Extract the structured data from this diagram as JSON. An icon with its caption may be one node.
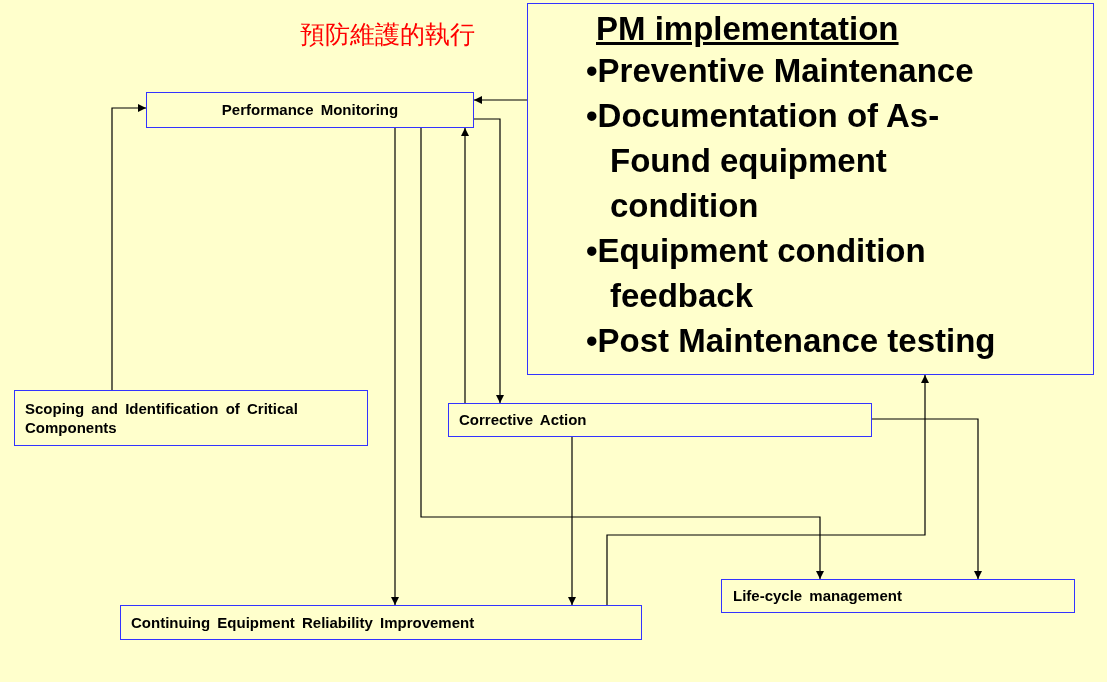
{
  "diagram": {
    "title": "預防維護的執行",
    "nodes": [
      {
        "text": [
          "Performance Monitoring"
        ]
      },
      {
        "text": [
          "PM implementation",
          "•Preventive Maintenance",
          "•Documentation of As-Found equipment condition",
          "•Equipment condition feedback",
          "•Post Maintenance testing"
        ]
      },
      {
        "text": [
          "Scoping and Identification of Critical Components"
        ]
      },
      {
        "text": [
          "Corrective Action"
        ]
      },
      {
        "text": [
          "Life-cycle management"
        ]
      },
      {
        "text": [
          "Continuing Equipment Reliability Improvement"
        ]
      }
    ],
    "edges": [
      {
        "from": 1,
        "to": 0,
        "arrow": "to"
      },
      {
        "from": 2,
        "to": 0,
        "arrow": "to"
      },
      {
        "from": 0,
        "to": 5,
        "arrow": "to"
      },
      {
        "from": 0,
        "to": 4,
        "arrow": "to"
      },
      {
        "from": 3,
        "to": 0,
        "arrow": "to"
      },
      {
        "from": 0,
        "to": 3,
        "arrow": "to"
      },
      {
        "from": 3,
        "to": 5,
        "arrow": "to"
      },
      {
        "from": 3,
        "to": 4,
        "arrow": "to"
      },
      {
        "from": 5,
        "to": 1,
        "arrow": "to"
      }
    ]
  }
}
